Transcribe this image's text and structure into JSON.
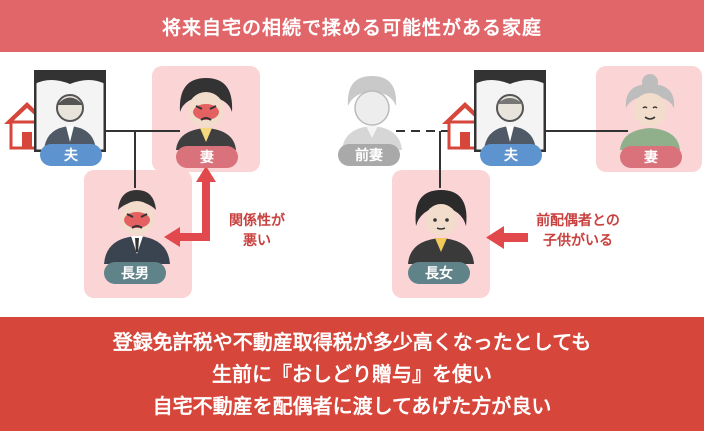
{
  "header": {
    "title": "将来自宅の相続で揉める可能性がある家庭"
  },
  "left_family": {
    "husband_label": "夫",
    "wife_label": "妻",
    "son_label": "長男",
    "note_line1": "関係性が",
    "note_line2": "悪い"
  },
  "right_family": {
    "ex_wife_label": "前妻",
    "husband_label": "夫",
    "wife_label": "妻",
    "daughter_label": "長女",
    "note_line1": "前配偶者との",
    "note_line2": "子供がいる"
  },
  "footer": {
    "line1": "登録免許税や不動産取得税が多少高くなったとしても",
    "line2": "生前に『おしどり贈与』を使い",
    "line3": "自宅不動産を配偶者に渡してあげた方が良い"
  },
  "colors": {
    "header_bg": "#e0666a",
    "footer_bg": "#d6463a",
    "pink_panel": "#fbd4d6",
    "husband_label": "#5d93cf",
    "wife_label": "#d9727a",
    "child_label": "#5f8388",
    "ex_label": "#a9a9a9",
    "accent_red": "#c8413f"
  },
  "icons": [
    "house-icon",
    "memorial-portrait-icon",
    "angry-woman-icon",
    "angry-man-icon",
    "elderly-woman-icon",
    "girl-icon",
    "arrow-icon"
  ]
}
